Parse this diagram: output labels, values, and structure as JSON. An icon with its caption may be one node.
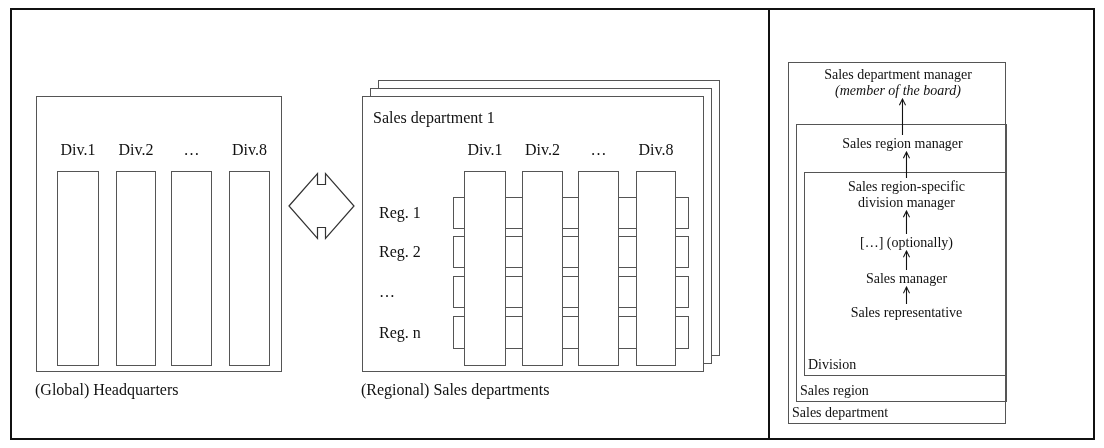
{
  "diagram": {
    "nodes": [
      {
        "text": [],
        "shape": "box",
        "beside": [
          "(Global) Headquarters"
        ]
      },
      {
        "text": [
          "Div.1"
        ],
        "in": 0
      },
      {
        "text": [
          "Div.2"
        ],
        "in": 0
      },
      {
        "text": [
          "…"
        ],
        "in": 0
      },
      {
        "text": [
          "Div.8"
        ],
        "in": 0
      },
      {
        "text": [
          "Sales department 1"
        ],
        "beside": [
          "(Regional) Sales departments"
        ]
      },
      {
        "text": [
          "Div.1"
        ],
        "in": 5
      },
      {
        "text": [
          "Div.2"
        ],
        "in": 5
      },
      {
        "text": [
          "…"
        ],
        "in": 5
      },
      {
        "text": [
          "Div.8"
        ],
        "in": 5
      },
      {
        "text": [
          "Reg. 1"
        ],
        "in": 5
      },
      {
        "text": [
          "Reg. 2"
        ],
        "in": 5
      },
      {
        "text": [
          "…"
        ],
        "in": 5
      },
      {
        "text": [
          "Reg. n"
        ],
        "in": 5
      },
      {
        "text": [
          "Sales department"
        ]
      },
      {
        "text": [
          "Sales department manager *(member of the board)*"
        ],
        "in": 14
      },
      {
        "text": [
          "Sales region"
        ],
        "in": 14
      },
      {
        "text": [
          "Sales region manager"
        ],
        "in": 16
      },
      {
        "text": [
          "Division"
        ],
        "in": 16
      },
      {
        "text": [
          "Sales region-specific division manager"
        ],
        "in": 18
      },
      {
        "text": [
          "[…] (optionally)"
        ],
        "in": 18
      },
      {
        "text": [
          "Sales manager"
        ],
        "in": 18
      },
      {
        "text": [
          "Sales representative"
        ],
        "in": 18
      }
    ],
    "edges": [
      {
        "from": 0,
        "to": 5,
        "arrow": "both"
      },
      {
        "from": 22,
        "to": 21,
        "arrow": "to"
      },
      {
        "from": 21,
        "to": 20,
        "arrow": "to"
      },
      {
        "from": 20,
        "to": 19,
        "arrow": "to"
      },
      {
        "from": 19,
        "to": 17,
        "arrow": "to"
      },
      {
        "from": 17,
        "to": 15,
        "arrow": "to"
      }
    ]
  }
}
